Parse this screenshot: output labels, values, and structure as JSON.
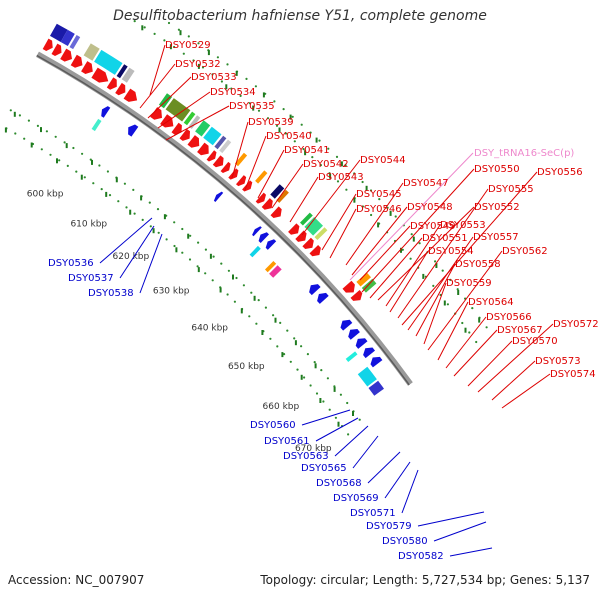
{
  "header": {
    "title": "Desulfitobacterium hafniense Y51, complete genome"
  },
  "footer": {
    "accession": "Accession: NC_007907",
    "summary": "Topology: circular; Length: 5,727,534 bp; Genes: 5,137"
  },
  "colors": {
    "forward_label": "#dd0000",
    "reverse_label": "#0000cc",
    "trna_label": "#ee88cc",
    "backbone": "#8a8a8a",
    "gc_dots": "#2e8b2e"
  },
  "scale_ticks": [
    {
      "label": "600 kbp",
      "kbp": 600
    },
    {
      "label": "610 kbp",
      "kbp": 610
    },
    {
      "label": "620 kbp",
      "kbp": 620
    },
    {
      "label": "630 kbp",
      "kbp": 630
    },
    {
      "label": "640 kbp",
      "kbp": 640
    },
    {
      "label": "650 kbp",
      "kbp": 650
    },
    {
      "label": "660 kbp",
      "kbp": 660
    },
    {
      "label": "670 kbp",
      "kbp": 670
    }
  ],
  "forward_labels": [
    "DSY0529",
    "DSY0532",
    "DSY0533",
    "DSY0534",
    "DSY0535",
    "DSY0539",
    "DSY0540",
    "DSY0541",
    "DSY0542",
    "DSY0543",
    "DSY0544",
    "DSY0545",
    "DSY0546",
    "DSY0547",
    "DSY0548",
    "DSY0549",
    "DSY0550",
    "DSY0551",
    "DSY0552",
    "DSY0553",
    "DSY0554",
    "DSY0555",
    "DSY0556",
    "DSY0557",
    "DSY0558",
    "DSY0559",
    "DSY0562",
    "DSY0564",
    "DSY0566",
    "DSY0567",
    "DSY0570",
    "DSY0572",
    "DSY0573",
    "DSY0574"
  ],
  "trna_labels": [
    "DSY_tRNA16-SeC(p)"
  ],
  "reverse_labels": [
    "DSY0536",
    "DSY0537",
    "DSY0538",
    "DSY0560",
    "DSY0561",
    "DSY0563",
    "DSY0565",
    "DSY0568",
    "DSY0569",
    "DSY0571",
    "DSY0579",
    "DSY0580",
    "DSY0582"
  ]
}
